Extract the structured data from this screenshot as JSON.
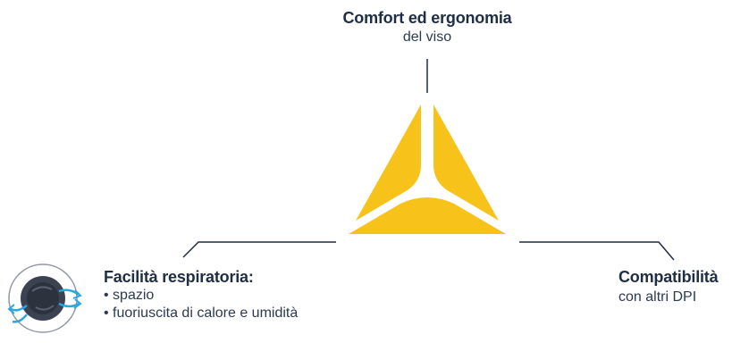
{
  "top": {
    "title": "Comfort ed ergonomia",
    "subtitle": "del viso"
  },
  "left": {
    "title": "Facilità respiratoria:",
    "items": [
      "• spazio",
      "• fuoriuscita di calore e umidità"
    ]
  },
  "right": {
    "title": "Compatibilità",
    "subtitle": "con altri DPI"
  },
  "colors": {
    "triangle": "#f7c31a",
    "lines": "#1f2d45",
    "arrows": "#2aa6e0",
    "mask": "#3b4352"
  },
  "icons": [
    "respirator-mask-icon"
  ]
}
